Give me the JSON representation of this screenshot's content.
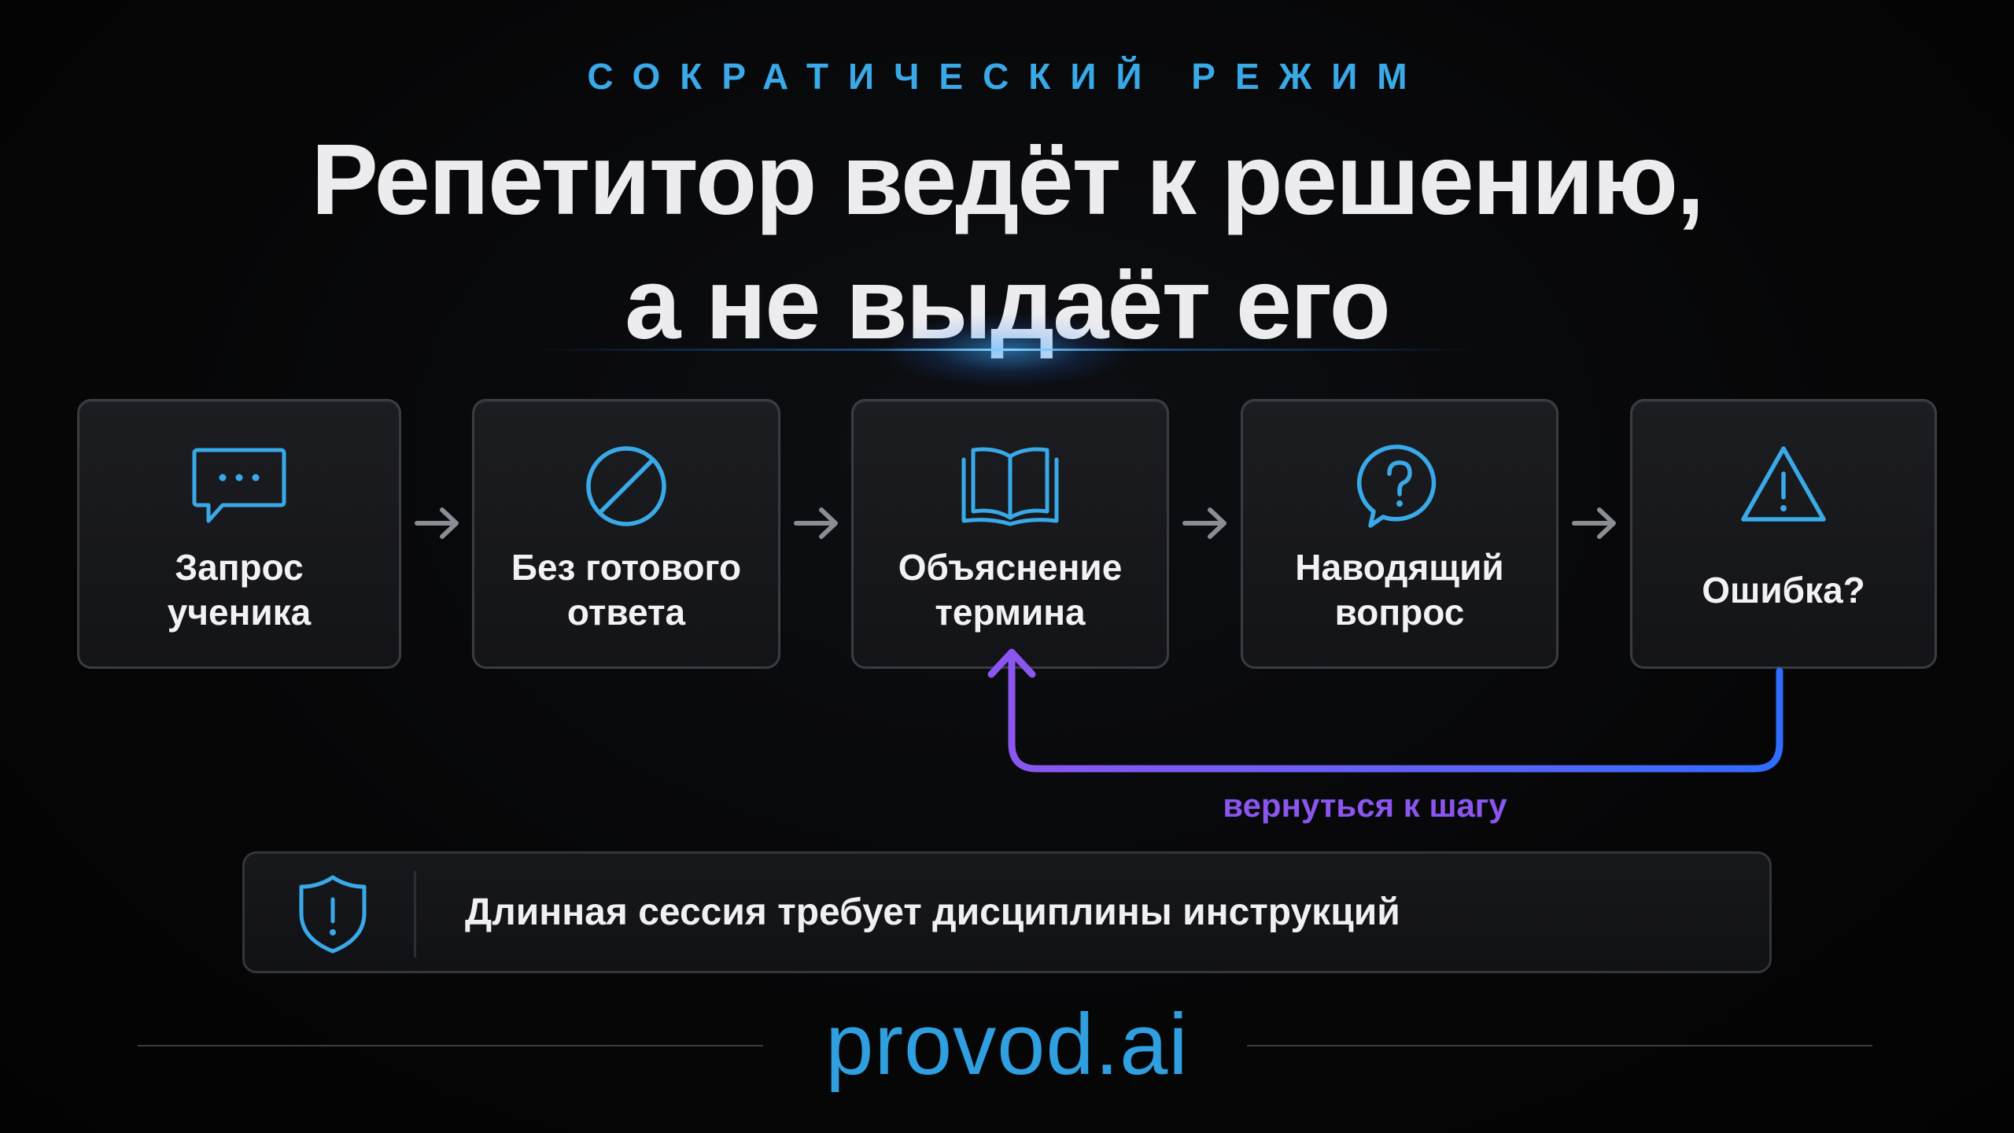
{
  "header": {
    "eyebrow": "СОКРАТИЧЕСКИЙ РЕЖИМ",
    "title_line1": "Репетитор ведёт к решению,",
    "title_line2": "а не выдаёт его"
  },
  "colors": {
    "accent_blue": "#39a9e8",
    "loop_purple": "#8b56f0",
    "loop_blue": "#2f6cff",
    "box_border": "#3a3c42",
    "background": "#050506"
  },
  "steps": [
    {
      "label": "Запрос\nученика",
      "icon": "chat-bubble-icon"
    },
    {
      "label": "Без готового\nответа",
      "icon": "no-entry-icon"
    },
    {
      "label": "Объяснение\nтермина",
      "icon": "open-book-icon"
    },
    {
      "label": "Наводящий\nвопрос",
      "icon": "question-bubble-icon"
    },
    {
      "label": "Ошибка?",
      "icon": "warning-triangle-icon"
    }
  ],
  "loop": {
    "label": "вернуться к шагу",
    "from_step": "Ошибка?",
    "to_step": "Объяснение\nтермина"
  },
  "notice": {
    "icon": "shield-alert-icon",
    "text": "Длинная сессия требует дисциплины инструкций"
  },
  "footer": {
    "brand": "provod.ai"
  }
}
